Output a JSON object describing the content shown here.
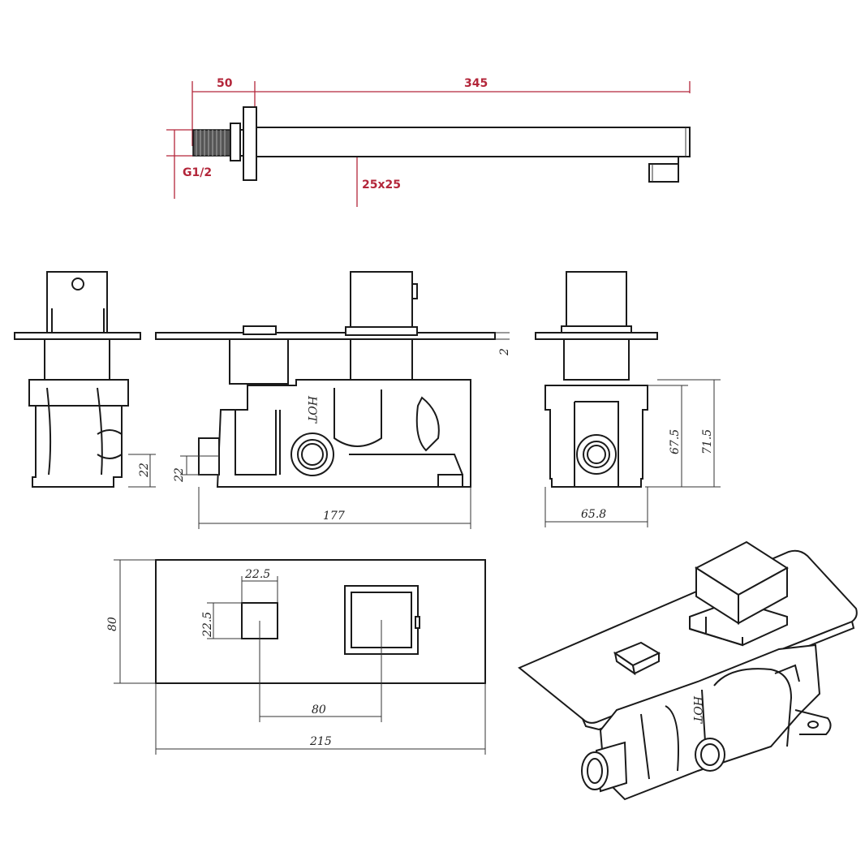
{
  "arm": {
    "thread_length": "50",
    "arm_length": "345",
    "thread_size": "G1/2",
    "arm_section": "25x25"
  },
  "valve_views": {
    "plate_thickness": "2",
    "left_inlet_height": "22",
    "front_inlet_height": "22",
    "body_width": "177",
    "body_depth": "65.8",
    "depth_to_body": "67.5",
    "depth_overall": "71.5",
    "hot_marking": "HOT"
  },
  "front_plate": {
    "height": "80",
    "handle_width": "22.5",
    "handle_height": "22.5",
    "handle_spacing": "80",
    "width": "215"
  },
  "colors": {
    "dimension_red": "#b3263a",
    "line": "#1a1a1a"
  }
}
